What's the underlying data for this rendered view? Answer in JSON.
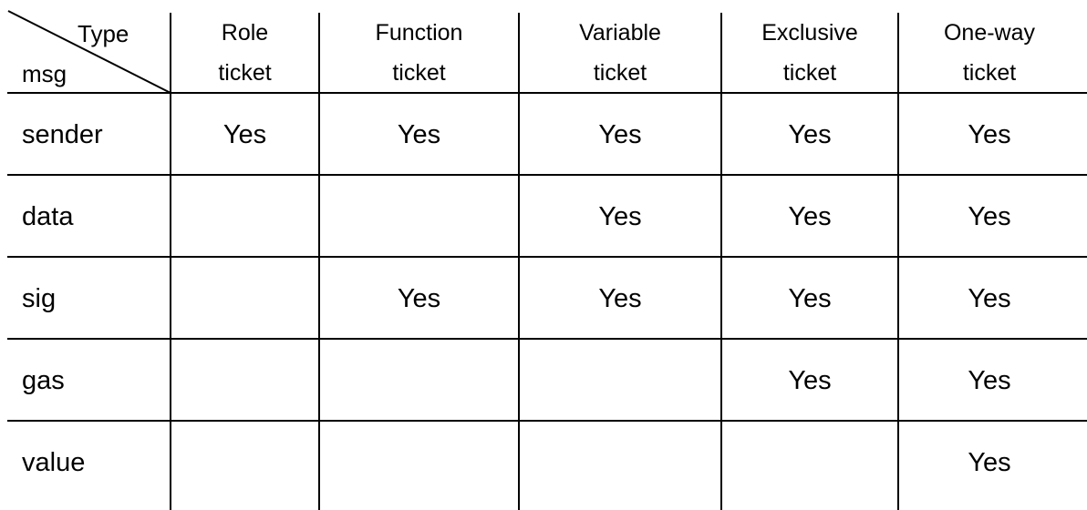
{
  "corner": {
    "type_label": "Type",
    "msg_label": "msg"
  },
  "columns": [
    {
      "line1": "Role",
      "line2": "ticket"
    },
    {
      "line1": "Function",
      "line2": "ticket"
    },
    {
      "line1": "Variable",
      "line2": "ticket"
    },
    {
      "line1": "Exclusive",
      "line2": "ticket"
    },
    {
      "line1": "One-way",
      "line2": "ticket"
    }
  ],
  "rows": [
    {
      "label": "sender",
      "cells": [
        "Yes",
        "Yes",
        "Yes",
        "Yes",
        "Yes"
      ]
    },
    {
      "label": "data",
      "cells": [
        "",
        "",
        "Yes",
        "Yes",
        "Yes"
      ]
    },
    {
      "label": "sig",
      "cells": [
        "",
        "Yes",
        "Yes",
        "Yes",
        "Yes"
      ]
    },
    {
      "label": "gas",
      "cells": [
        "",
        "",
        "",
        "Yes",
        "Yes"
      ]
    },
    {
      "label": "value",
      "cells": [
        "",
        "",
        "",
        "",
        "Yes"
      ]
    }
  ]
}
